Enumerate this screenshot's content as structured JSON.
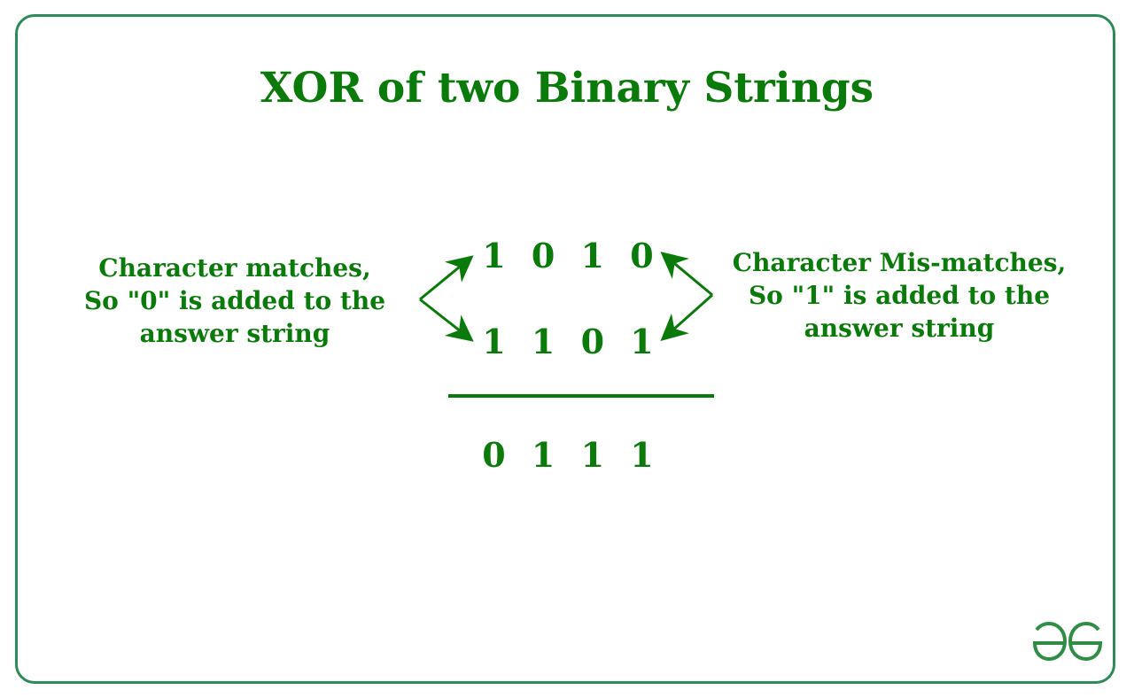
{
  "title": "XOR of two Binary Strings",
  "left_note": {
    "lines": [
      "Character matches,",
      "So \"0\" is added to the",
      "answer string"
    ]
  },
  "right_note": {
    "lines": [
      "Character Mis-matches,",
      "So \"1\" is added to the",
      "answer string"
    ]
  },
  "string_a": [
    "1",
    "0",
    "1",
    "0"
  ],
  "string_b": [
    "1",
    "1",
    "0",
    "1"
  ],
  "result": [
    "0",
    "1",
    "1",
    "1"
  ],
  "logo_icon": "geeksforgeeks-logo-icon",
  "colors": {
    "text": "#0a7a0a",
    "border": "#2e8b57",
    "logo": "#2f8d46"
  }
}
